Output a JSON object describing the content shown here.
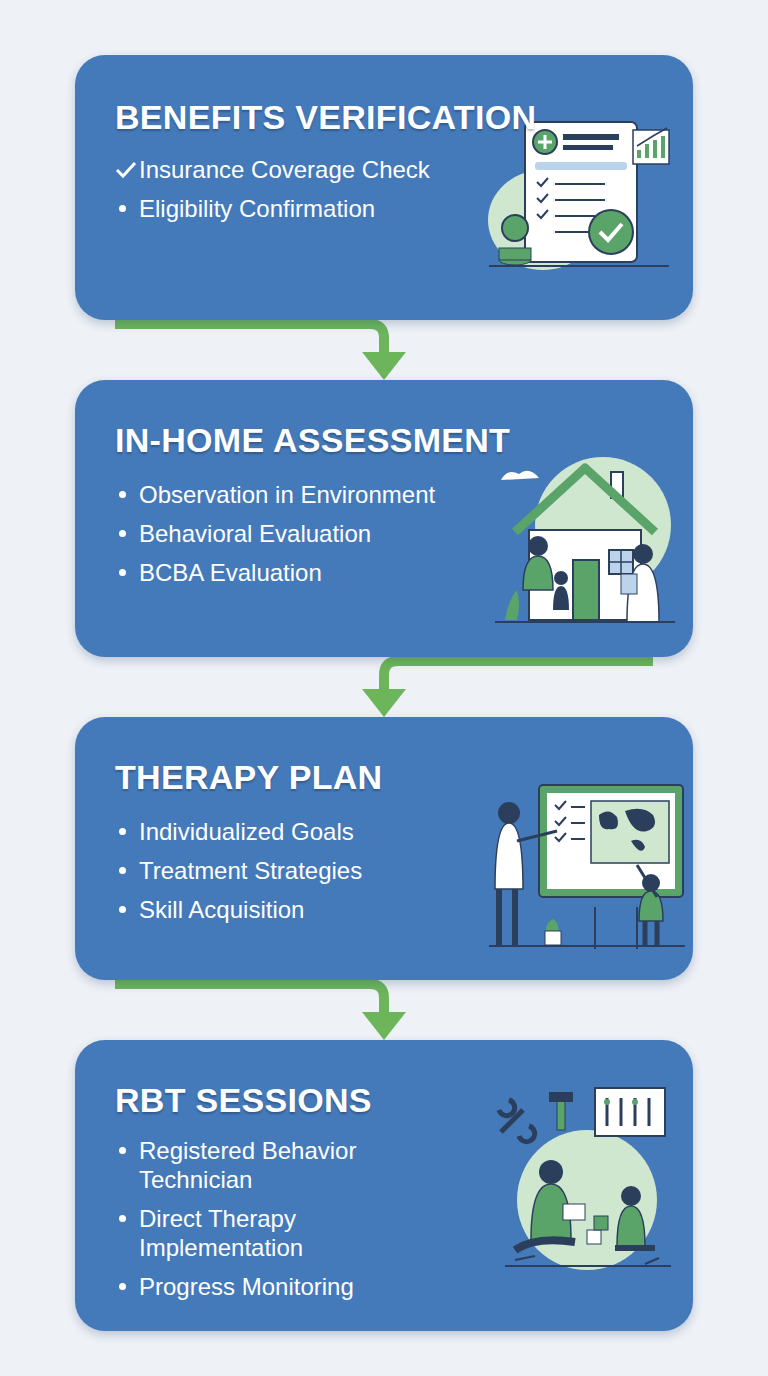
{
  "diagram": {
    "nodes": [
      {
        "text": [
          "BENEFITS VERIFICATION",
          "Insurance Coverage Check",
          "Eligibility Confirmation"
        ]
      },
      {
        "text": [
          "IN-HOME ASSESSMENT",
          "Observation in Environment",
          "Behavioral Evaluation",
          "BCBA Evaluation"
        ]
      },
      {
        "text": [
          "THERAPY PLAN",
          "Individualized Goals",
          "Treatment Strategies",
          "Skill Acquisition"
        ]
      },
      {
        "text": [
          "RBT SESSIONS",
          "Registered Behavior Technician",
          "Direct Therapy Implementation",
          "Progress Monitoring"
        ]
      }
    ],
    "edges": [
      {
        "from": 0,
        "to": 1,
        "arrow": "to"
      },
      {
        "from": 1,
        "to": 2,
        "arrow": "to"
      },
      {
        "from": 2,
        "to": 3,
        "arrow": "to"
      }
    ]
  }
}
